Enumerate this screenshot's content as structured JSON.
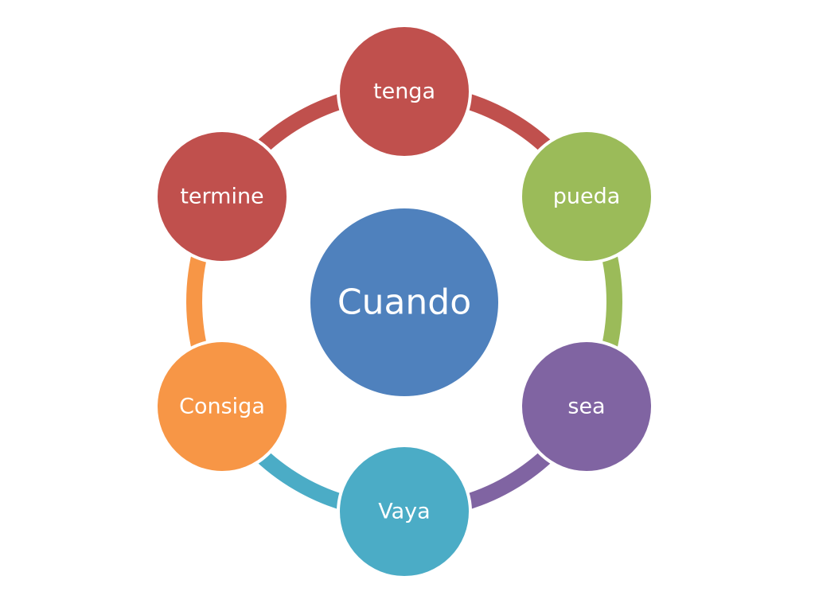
{
  "diagram": {
    "center": {
      "label": "Cuando",
      "color": "#4F81BD"
    },
    "nodes": [
      {
        "label": "tenga",
        "color": "#C0504D"
      },
      {
        "label": "pueda",
        "color": "#9BBB59"
      },
      {
        "label": "sea",
        "color": "#8064A2"
      },
      {
        "label": "Vaya",
        "color": "#4BACC6"
      },
      {
        "label": "Consiga",
        "color": "#F79646"
      },
      {
        "label": "termine",
        "color": "#C0504D"
      }
    ]
  }
}
